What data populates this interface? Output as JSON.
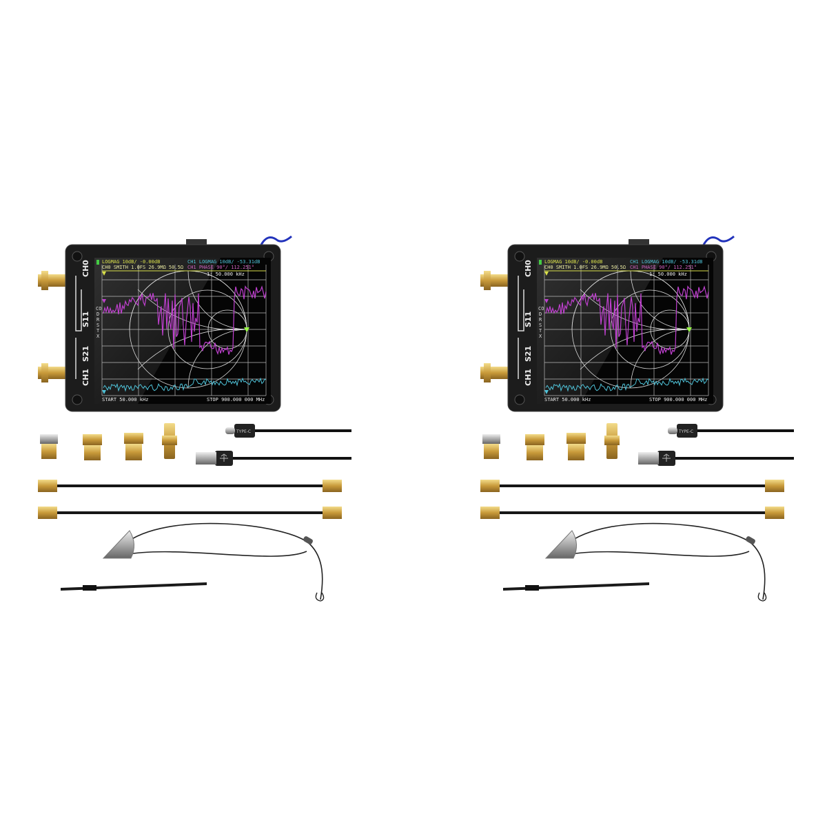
{
  "device": {
    "port_labels": {
      "ch0": "CH0",
      "s11": "S11",
      "s21": "S21",
      "ch1": "CH1"
    },
    "screen": {
      "trace1": "LOGMAG 10dB/ -0.00dB",
      "trace2": "CH1 LOGMAG 10dB/ -53.31dB",
      "trace3": "CH0 SMITH 1.0FS 26.9MΩ 50.5Ω",
      "trace4": "CH1 PHASE 90°/ 112.251°",
      "marker": "1: 50.000 kHz",
      "side_menu": [
        "CO",
        "D",
        "R",
        "S",
        "T",
        "X"
      ],
      "start": "START 50.000 kHz",
      "stop": "STOP 900.000 000 MHz"
    },
    "trace_colors": {
      "ch0_logmag": "#d9e04a",
      "smith": "#ffffff",
      "ch1_logmag": "#4fc3d9",
      "phase": "#c040d0"
    }
  },
  "accessories": {
    "usb_c_label": "TYPE-C",
    "items": [
      "sma-adapter-silver",
      "sma-adapter-gold",
      "sma-adapter-gold",
      "sma-female-female",
      "usb-c-cable",
      "usb-a-cable",
      "sma-cable",
      "sma-cable",
      "lanyard-stylus",
      "stylus-pen"
    ]
  },
  "kit_count": 2
}
